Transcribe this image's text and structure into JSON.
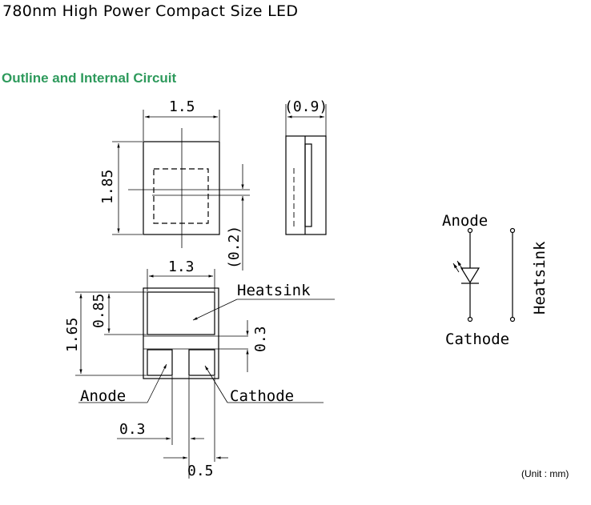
{
  "header": {
    "title": "780nm High Power Compact Size LED"
  },
  "section": {
    "heading": "Outline and Internal Circuit"
  },
  "dimensions": {
    "top_width": "1.5",
    "top_height": "1.85",
    "side_thickness": "(0.9)",
    "chip_offset": "(0.2)",
    "pad_width": "1.3",
    "bottom_height": "1.65",
    "heatsink_height": "0.85",
    "gap_height": "0.3",
    "pad_left": "0.3",
    "pad_gap": "0.5"
  },
  "labels": {
    "heatsink": "Heatsink",
    "anode": "Anode",
    "cathode": "Cathode"
  },
  "circuit": {
    "anode": "Anode",
    "cathode": "Cathode",
    "heatsink": "Heatsink"
  },
  "footer": {
    "unit": "(Unit : mm)"
  }
}
